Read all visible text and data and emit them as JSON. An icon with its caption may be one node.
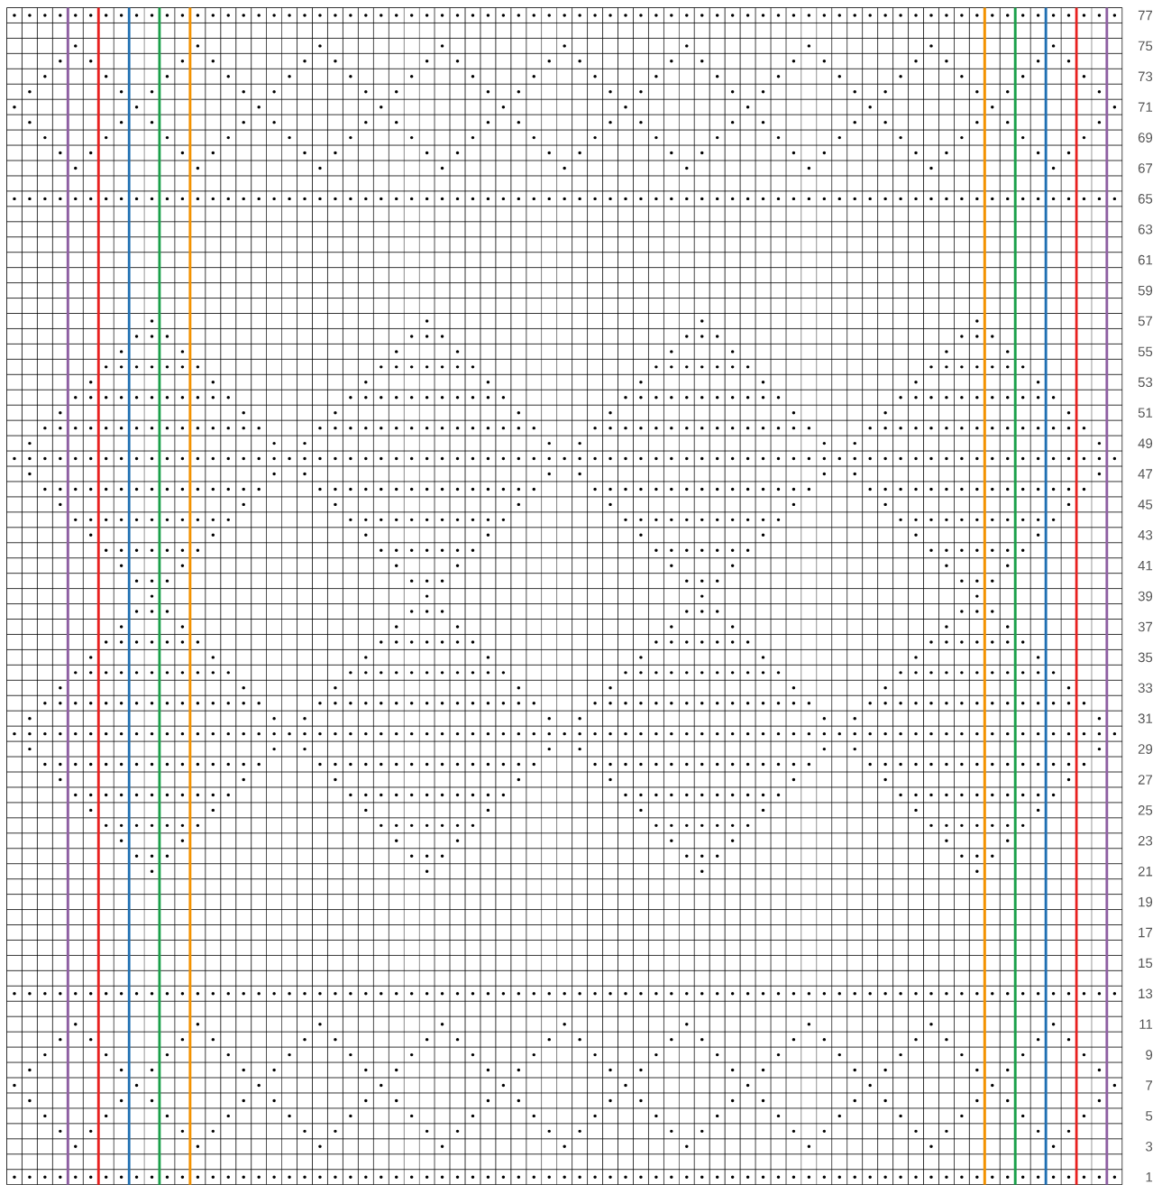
{
  "diagram": {
    "labels": [
      "77",
      "75",
      "73",
      "71",
      "69",
      "67",
      "65",
      "63",
      "61",
      "59",
      "57",
      "55",
      "53",
      "51",
      "49",
      "47",
      "45",
      "43",
      "41",
      "39",
      "37",
      "35",
      "33",
      "31",
      "29",
      "27",
      "25",
      "23",
      "21",
      "19",
      "17",
      "15",
      "13",
      "11",
      "9",
      "7",
      "5",
      "3",
      "1"
    ]
  }
}
